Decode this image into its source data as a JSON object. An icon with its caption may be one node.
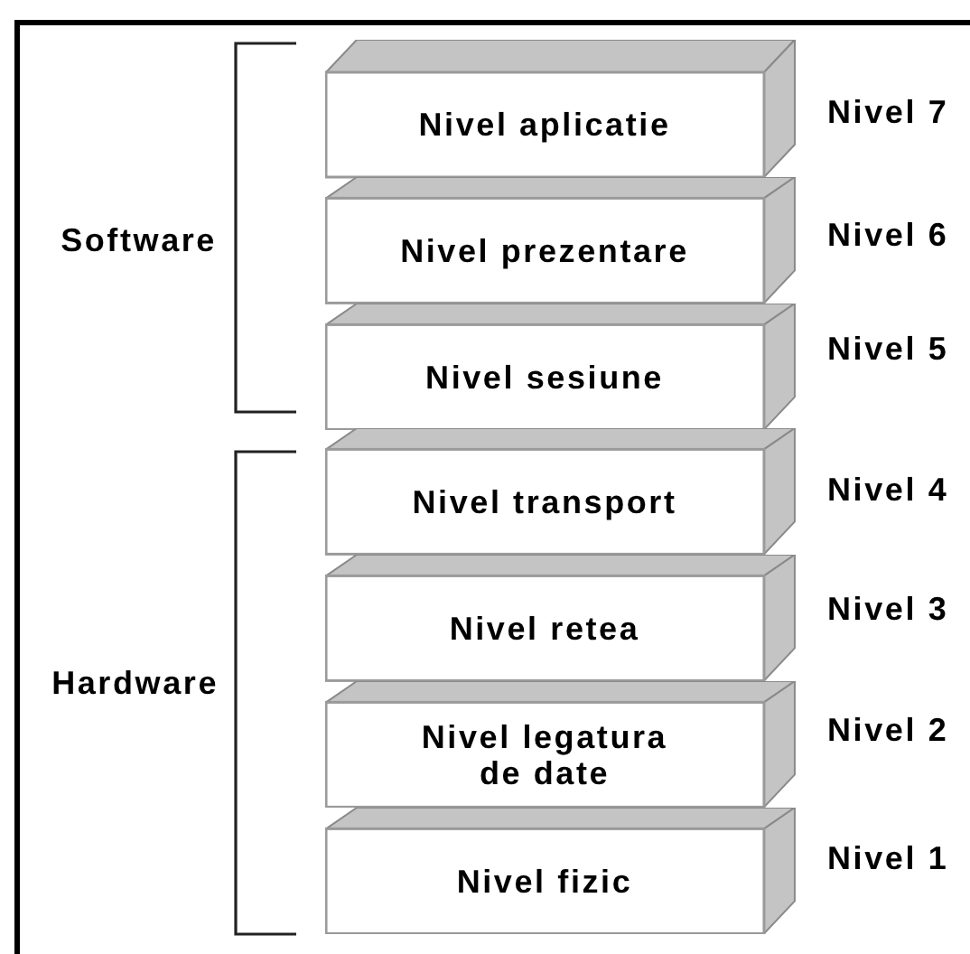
{
  "diagram": {
    "nodes": [
      {
        "text": [
          "Nivel aplicatie"
        ],
        "beside": [
          "Nivel 7"
        ]
      },
      {
        "text": [
          "Nivel prezentare"
        ],
        "beside": [
          "Nivel 6"
        ]
      },
      {
        "text": [
          "Nivel sesiune"
        ],
        "beside": [
          "Nivel 5"
        ]
      },
      {
        "text": [
          "Nivel transport"
        ],
        "beside": [
          "Nivel 4"
        ]
      },
      {
        "text": [
          "Nivel retea"
        ],
        "beside": [
          "Nivel 3"
        ]
      },
      {
        "text": [
          "Nivel legatura de date"
        ],
        "beside": [
          "Nivel 2"
        ]
      },
      {
        "text": [
          "Nivel fizic"
        ],
        "beside": [
          "Nivel 1"
        ]
      }
    ],
    "labels": [
      "Software",
      "Hardware"
    ]
  }
}
